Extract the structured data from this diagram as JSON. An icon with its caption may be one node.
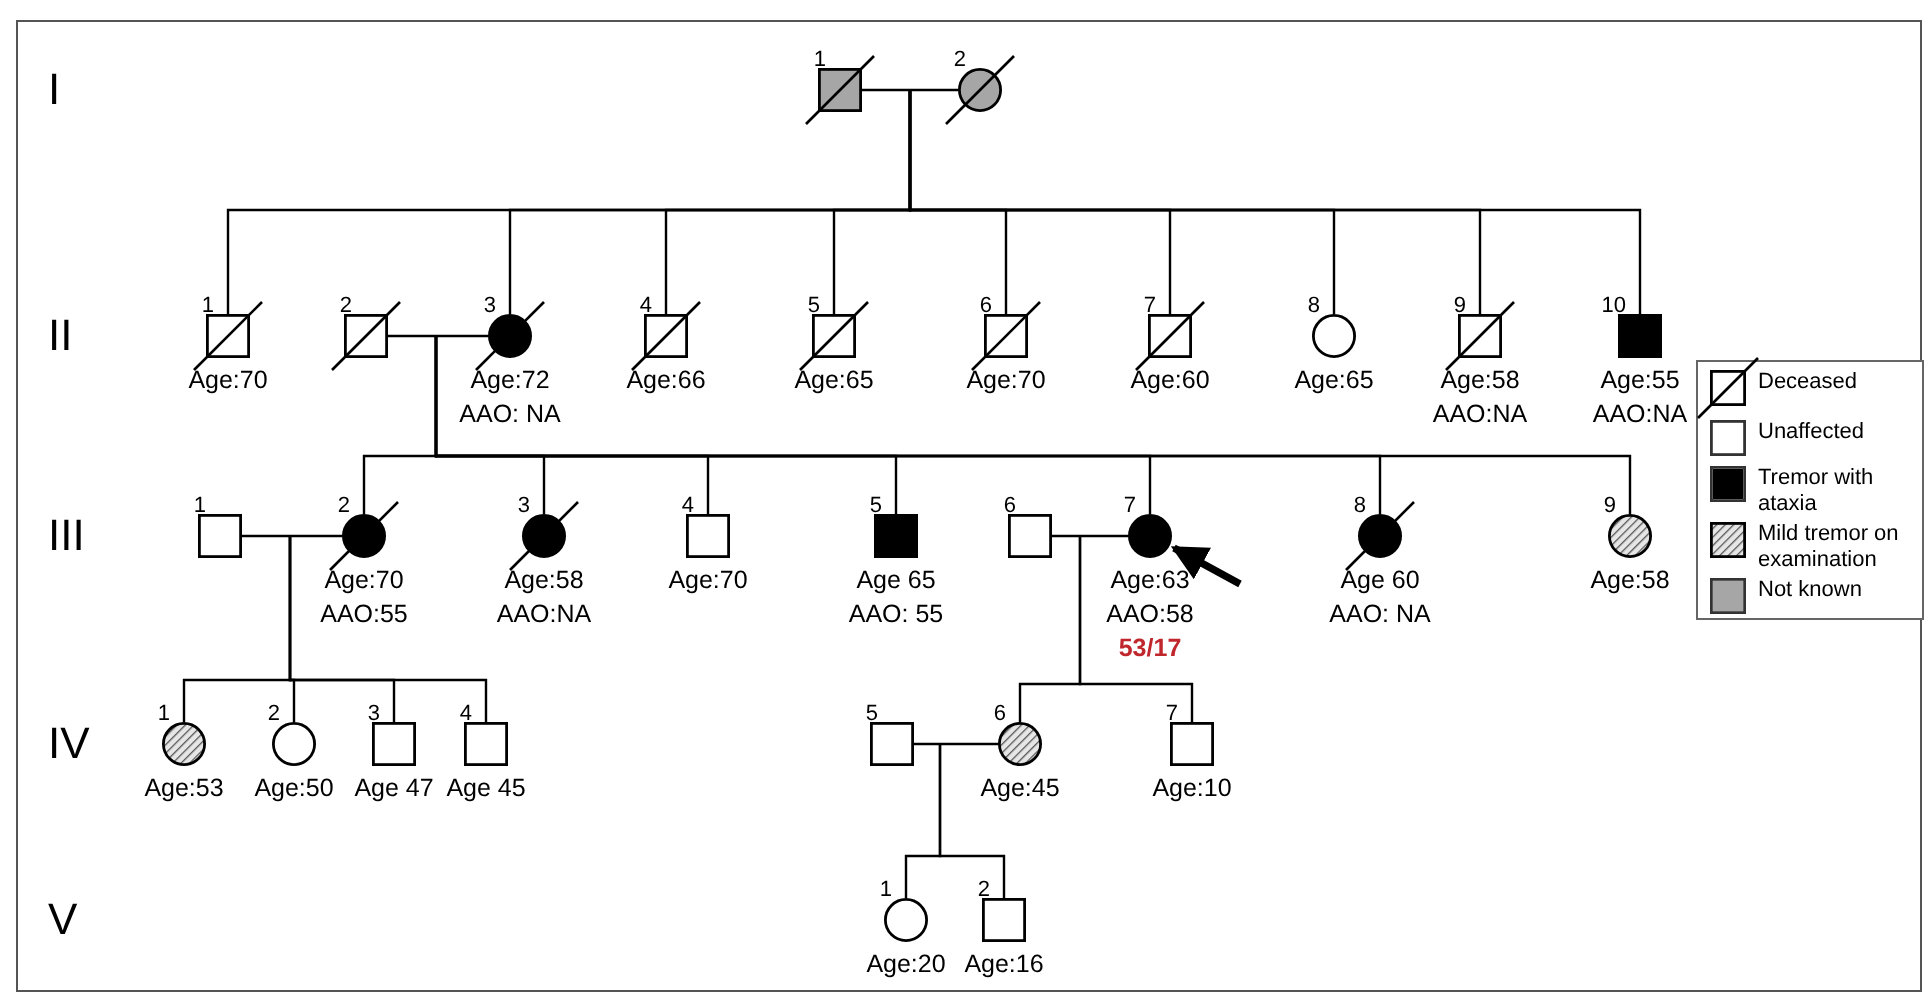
{
  "diagram": {
    "nodes": [
      {
        "text": [
          "1"
        ]
      },
      {
        "text": [
          "2"
        ]
      },
      {
        "text": [
          "1"
        ],
        "beside": [
          "Age:70"
        ]
      },
      {
        "text": [
          "2"
        ]
      },
      {
        "text": [
          "3"
        ],
        "beside": [
          "Age:72",
          "AAO: NA"
        ]
      },
      {
        "text": [
          "4"
        ],
        "beside": [
          "Age:66"
        ]
      },
      {
        "text": [
          "5"
        ],
        "beside": [
          "Age:65"
        ]
      },
      {
        "text": [
          "6"
        ],
        "beside": [
          "Age:70"
        ]
      },
      {
        "text": [
          "7"
        ],
        "beside": [
          "Age:60"
        ]
      },
      {
        "text": [
          "8"
        ],
        "beside": [
          "Age:65"
        ]
      },
      {
        "text": [
          "9"
        ],
        "beside": [
          "Age:58",
          "AAO:NA"
        ]
      },
      {
        "text": [
          "10"
        ],
        "beside": [
          "Age:55",
          "AAO:NA"
        ]
      },
      {
        "text": [
          "1"
        ]
      },
      {
        "text": [
          "2"
        ],
        "beside": [
          "Age:70",
          "AAO:55"
        ]
      },
      {
        "text": [
          "3"
        ],
        "beside": [
          "Age:58",
          "AAO:NA"
        ]
      },
      {
        "text": [
          "4"
        ],
        "beside": [
          "Age:70"
        ]
      },
      {
        "text": [
          "5"
        ],
        "beside": [
          "Age 65",
          "AAO: 55"
        ]
      },
      {
        "text": [
          "6"
        ]
      },
      {
        "text": [
          "7"
        ],
        "beside": [
          "Age:63",
          "AAO:58",
          "53/17"
        ]
      },
      {
        "text": [
          "8"
        ],
        "beside": [
          "Age 60",
          "AAO: NA"
        ]
      },
      {
        "text": [
          "9"
        ],
        "beside": [
          "Age:58"
        ]
      },
      {
        "text": [
          "1"
        ],
        "beside": [
          "Age:53"
        ]
      },
      {
        "text": [
          "2"
        ],
        "beside": [
          "Age:50"
        ]
      },
      {
        "text": [
          "3"
        ],
        "beside": [
          "Age 47"
        ]
      },
      {
        "text": [
          "4"
        ],
        "beside": [
          "Age 45"
        ]
      },
      {
        "text": [
          "5"
        ]
      },
      {
        "text": [
          "6"
        ],
        "beside": [
          "Age:45"
        ]
      },
      {
        "text": [
          "7"
        ],
        "beside": [
          "Age:10"
        ]
      },
      {
        "text": [
          "1"
        ],
        "beside": [
          "Age:20"
        ]
      },
      {
        "text": [
          "2"
        ],
        "beside": [
          "Age:16"
        ]
      }
    ],
    "edges": [
      {
        "from": 0,
        "to": 1,
        "arrow": "none"
      },
      {
        "from": null,
        "to": 2,
        "arrow": "none"
      },
      {
        "from": null,
        "to": 4,
        "arrow": "none"
      },
      {
        "from": null,
        "to": 5,
        "arrow": "none"
      },
      {
        "from": null,
        "to": 6,
        "arrow": "none"
      },
      {
        "from": null,
        "to": 7,
        "arrow": "none"
      },
      {
        "from": null,
        "to": 8,
        "arrow": "none"
      },
      {
        "from": null,
        "to": 9,
        "arrow": "none"
      },
      {
        "from": null,
        "to": 10,
        "arrow": "none"
      },
      {
        "from": null,
        "to": 11,
        "arrow": "none"
      },
      {
        "from": 3,
        "to": 4,
        "arrow": "none"
      },
      {
        "from": null,
        "to": 13,
        "arrow": "none"
      },
      {
        "from": null,
        "to": 14,
        "arrow": "none"
      },
      {
        "from": null,
        "to": 15,
        "arrow": "none"
      },
      {
        "from": null,
        "to": 16,
        "arrow": "none"
      },
      {
        "from": null,
        "to": 18,
        "arrow": "none"
      },
      {
        "from": null,
        "to": 19,
        "arrow": "none"
      },
      {
        "from": null,
        "to": 20,
        "arrow": "none"
      },
      {
        "from": 12,
        "to": 13,
        "arrow": "none"
      },
      {
        "from": 17,
        "to": 18,
        "arrow": "none"
      },
      {
        "from": null,
        "to": 18,
        "arrow": "to",
        "style": "thick"
      },
      {
        "from": null,
        "to": 21,
        "arrow": "none"
      },
      {
        "from": null,
        "to": 22,
        "arrow": "none"
      },
      {
        "from": null,
        "to": 23,
        "arrow": "none"
      },
      {
        "from": null,
        "to": 24,
        "arrow": "none"
      },
      {
        "from": null,
        "to": 26,
        "arrow": "none"
      },
      {
        "from": null,
        "to": 27,
        "arrow": "none"
      },
      {
        "from": 25,
        "to": 26,
        "arrow": "none"
      },
      {
        "from": null,
        "to": 28,
        "arrow": "none"
      },
      {
        "from": null,
        "to": 29,
        "arrow": "none"
      }
    ],
    "labels": [
      "I",
      "II",
      "III",
      "IV",
      "V"
    ],
    "legend": [
      {
        "text": "Deceased"
      },
      {
        "text": "Unaffected",
        "color": "#ffffff"
      },
      {
        "text": "Tremor with ataxia",
        "color": "#000000"
      },
      {
        "text": "Mild tremor on examination"
      },
      {
        "text": "Not known",
        "color": "#a6a6a6"
      }
    ]
  }
}
